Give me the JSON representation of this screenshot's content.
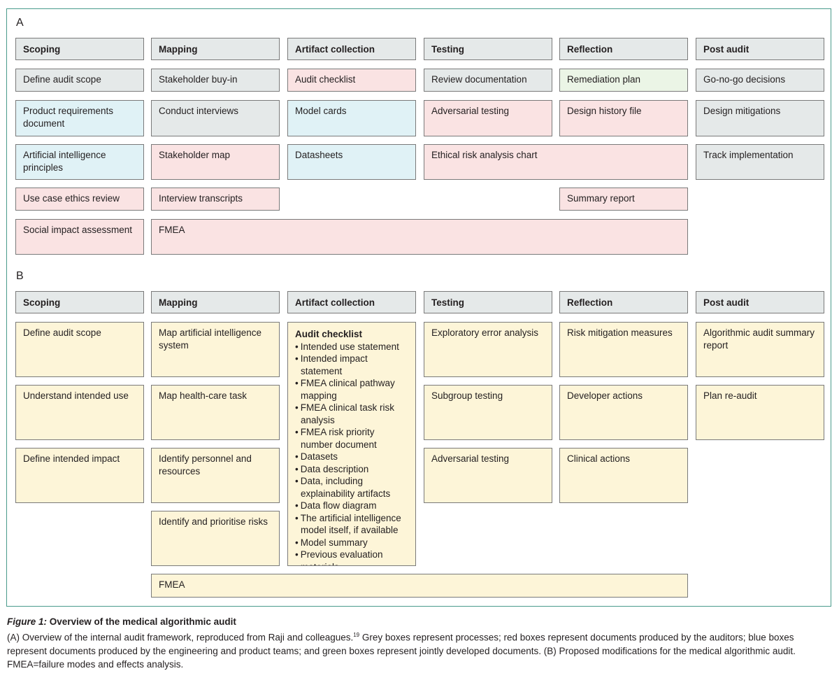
{
  "panel_a": {
    "label": "A",
    "columns": [
      {
        "header": "Scoping",
        "items": [
          "Define audit scope",
          "Product requirements document",
          "Artificial intelligence principles",
          "Use case ethics review",
          "Social impact assessment"
        ]
      },
      {
        "header": "Mapping",
        "items": [
          "Stakeholder buy-in",
          "Conduct interviews",
          "Stakeholder map",
          "Interview transcripts"
        ]
      },
      {
        "header": "Artifact collection",
        "items": [
          "Audit checklist",
          "Model cards",
          "Datasheets"
        ]
      },
      {
        "header": "Testing",
        "items": [
          "Review documentation",
          "Adversarial testing"
        ]
      },
      {
        "header": "Reflection",
        "items": [
          "Remediation plan",
          "Design history file",
          "Summary report"
        ]
      },
      {
        "header": "Post audit",
        "items": [
          "Go-no-go decisions",
          "Design mitigations",
          "Track implementation"
        ]
      }
    ],
    "spanning": {
      "ethical_risk": "Ethical risk analysis chart",
      "fmea": "FMEA"
    }
  },
  "panel_b": {
    "label": "B",
    "columns": [
      {
        "header": "Scoping",
        "items": [
          "Define audit scope",
          "Understand intended use",
          "Define intended impact"
        ]
      },
      {
        "header": "Mapping",
        "items": [
          "Map artificial intelligence system",
          "Map health-care task",
          "Identify personnel and resources",
          "Identify and prioritise risks"
        ]
      },
      {
        "header": "Artifact collection",
        "checklist": {
          "title": "Audit checklist",
          "bullets": [
            "Intended use statement",
            "Intended impact statement",
            "FMEA clinical pathway mapping",
            "FMEA clinical task risk analysis",
            "FMEA risk priority number document",
            "Datasets",
            "Data description",
            "Data, including explainability artifacts",
            "Data flow diagram",
            "The artificial intelligence model itself, if available",
            "Model summary",
            "Previous evaluation materials"
          ]
        }
      },
      {
        "header": "Testing",
        "items": [
          "Exploratory error analysis",
          "Subgroup testing",
          "Adversarial testing"
        ]
      },
      {
        "header": "Reflection",
        "items": [
          "Risk mitigation measures",
          "Developer actions",
          "Clinical actions"
        ]
      },
      {
        "header": "Post audit",
        "items": [
          "Algorithmic audit summary report",
          "Plan re-audit"
        ]
      }
    ],
    "spanning": {
      "fmea": "FMEA"
    }
  },
  "caption": {
    "figure_label": "Figure 1:",
    "title": " Overview of the medical algorithmic audit",
    "text_before_ref": "(A) Overview of the internal audit framework, reproduced from Raji and colleagues.",
    "ref": "19",
    "text_after_ref": " Grey boxes represent processes; red boxes represent documents produced by the auditors; blue boxes represent documents produced by the engineering and product teams; and green boxes represent jointly developed documents. (B) Proposed modifications for the medical algorithmic audit. FMEA=failure modes and effects analysis."
  },
  "colors": {
    "frame_border": "#4a9b8c",
    "process_grey": "#e5e9e9",
    "auditor_red": "#fae3e3",
    "engineering_blue": "#e0f2f6",
    "joint_green": "#ebf5e6",
    "proposed_yellow": "#fdf5d8"
  }
}
